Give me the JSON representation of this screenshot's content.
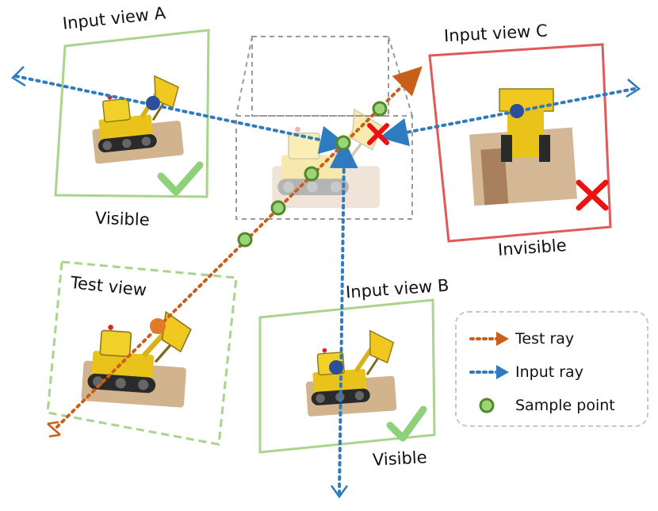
{
  "views": {
    "input_a": {
      "title": "Input view A",
      "status": "Visible"
    },
    "input_b": {
      "title": "Input view B",
      "status": "Visible"
    },
    "input_c": {
      "title": "Input view C",
      "status": "Invisible"
    },
    "test": {
      "title": "Test view"
    }
  },
  "legend": {
    "test_ray": "Test ray",
    "input_ray": "Input ray",
    "sample_point": "Sample point"
  },
  "colors": {
    "test_ray": "#c8601a",
    "input_ray": "#2f7bbf",
    "sample_point_fill": "#9ed37a",
    "sample_point_stroke": "#4d8a2c",
    "visible_frame": "#a9d48c",
    "invisible_frame": "#e05a5a",
    "check_mark": "#8fd07a",
    "cross_mark": "#ee1111",
    "bounding_box": "#9a9a9a",
    "camera_point": "#2b4f9c",
    "test_camera_point": "#e07a2a"
  },
  "icons": [
    "check-mark-icon",
    "cross-mark-icon",
    "camera-frustum-icon",
    "bulldozer-image"
  ]
}
